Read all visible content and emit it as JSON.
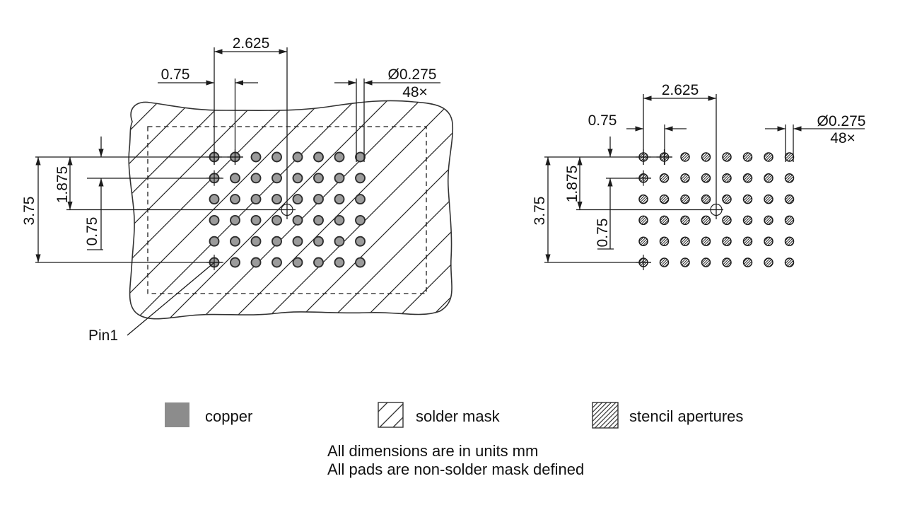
{
  "dimensions": {
    "column_span": "2.625",
    "column_pitch": "0.75",
    "pad_diameter": "Ø0.275",
    "pad_count": "48×",
    "row_span": "3.75",
    "row_half_span": "1.875",
    "row_pitch": "0.75"
  },
  "left_view": {
    "pin1_label": "Pin1"
  },
  "legend": {
    "items": [
      {
        "key": "copper",
        "label": "copper"
      },
      {
        "key": "solder-mask",
        "label": "solder mask"
      },
      {
        "key": "stencil-apertures",
        "label": "stencil apertures"
      }
    ]
  },
  "notes": [
    "All dimensions are in units mm",
    "All pads are non-solder mask defined"
  ],
  "diagram": {
    "pad_grid": {
      "columns": 8,
      "rows": 6,
      "total_pads": 48
    },
    "colors": {
      "copper_fill": "#8c8c8c",
      "pad_fill": "#9b9b9b",
      "line": "#1c1c1c",
      "background": "#ffffff"
    }
  }
}
